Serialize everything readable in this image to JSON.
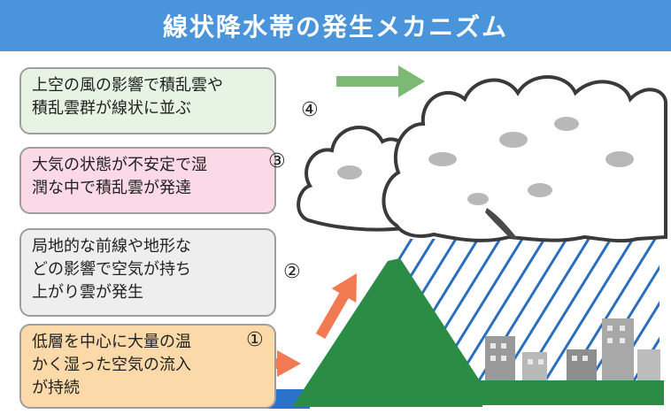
{
  "title": "線状降水帯の発生メカニズム",
  "steps": [
    {
      "num": "④",
      "lines": [
        "上空の風の影響で積乱雲や",
        "積乱雲群が線状に並ぶ"
      ],
      "color": "#e7f4e3"
    },
    {
      "num": "③",
      "lines": [
        "大気の状態が不安定で湿",
        "潤な中で積乱雲が発達"
      ],
      "color": "#fbd9e6"
    },
    {
      "num": "②",
      "lines": [
        "局地的な前線や地形な",
        "どの影響で空気が持ち",
        "上がり雲が発生"
      ],
      "color": "#eeeeee"
    },
    {
      "num": "①",
      "lines": [
        "低層を中心に大量の温",
        "かく湿った空気の流入",
        "が持続"
      ],
      "color": "#fbd9a8"
    }
  ],
  "icons": {
    "wind_arrow_color": "#7cb974",
    "inflow_arrow_color": "#f27a52",
    "mountain_color": "#2b8c46",
    "rain_color": "#2a6fbd",
    "sea_color": "#2a72c9"
  }
}
